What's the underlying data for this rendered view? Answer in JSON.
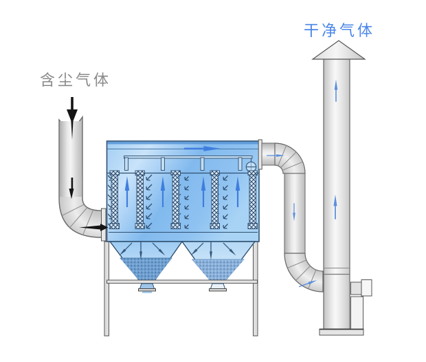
{
  "labels": {
    "inlet_gas": "含尘气体",
    "clean_gas": "干净气体"
  },
  "colors": {
    "inlet_label": "#8a8a8a",
    "clean_label": "#4a86e8",
    "outline_dark": "#2f5070",
    "hatch_line": "#2e4e6e",
    "housing_light": "#c9e3fa",
    "housing_mid": "#82baee",
    "flow_arrow_blue": "#3f7ede",
    "duct_arrow_blue": "#5b8fdd",
    "hopper_arrow_navy": "#35587d",
    "dust_fill": "#6f9fd0",
    "dust_fill_light": "#8ab0da",
    "black_arrow": "#151515",
    "metal_edge": "#666666"
  },
  "diagram": {
    "type": "baghouse-dust-collector-schematic",
    "filter_bag_count": 5,
    "bag_gap_up_arrow_count": 4,
    "pulse_drop_pipe_count": 4,
    "hopper_count": 2,
    "hoppers_contain_dust": true,
    "hopper_fanout_arrows_per_hopper": 3,
    "flow_sequence": [
      "dusty gas enters down through left inlet pipe",
      "elbow turns flow right into filter housing",
      "gas rises up between filter bags",
      "clean gas moves right along top plenum",
      "outlet duct carries gas down",
      "bottom elbow feeds fan unit at stack base",
      "clean gas rises up the stack and exits at rain cap"
    ],
    "components": [
      "inlet-pipe",
      "inlet-elbow",
      "inlet-flange",
      "filter-housing",
      "pulse-manifold",
      "pulse-valve",
      "filter-bags",
      "deflection-marks",
      "hoppers",
      "dust-piles",
      "discharge-spouts",
      "support-legs",
      "crossbar",
      "outlet-duct",
      "outlet-elbows",
      "stack",
      "rain-cap",
      "fan-motor-unit",
      "base-flange"
    ]
  }
}
